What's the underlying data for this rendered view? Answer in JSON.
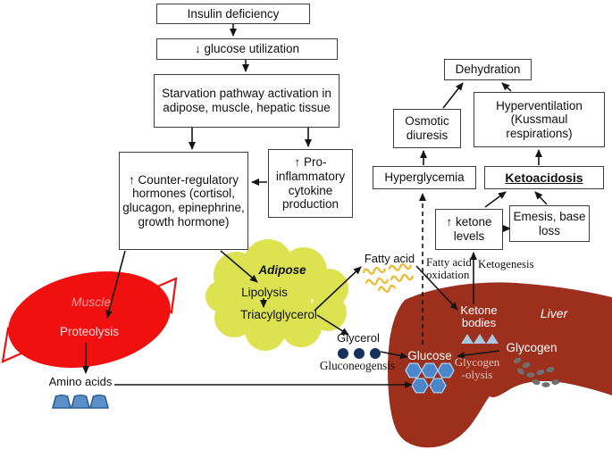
{
  "boxes": {
    "insulin_deficiency": "Insulin deficiency",
    "glucose_utilization": "↓ glucose utilization",
    "starvation": "Starvation pathway activation in adipose, muscle, hepatic tissue",
    "counter_regulatory": "↑ Counter-regulatory hormones (cortisol, glucagon, epinephrine, growth hormone)",
    "pro_inflammatory": "↑ Pro-inflammatory cytokine production",
    "dehydration": "Dehydration",
    "osmotic_diuresis": "Osmotic diuresis",
    "hyperventilation": "Hyperventilation (Kussmaul respirations)",
    "hyperglycemia": "Hyperglycemia",
    "ketoacidosis": "Ketoacidosis",
    "ketone_levels": "↑ ketone levels",
    "emesis": "Emesis, base loss"
  },
  "organs": {
    "muscle": {
      "name": "Muscle",
      "process": "Proteolysis"
    },
    "adipose": {
      "name": "Adipose",
      "process": "Lipolysis",
      "substrate": "Triacylglycerol"
    },
    "liver": {
      "name": "Liver",
      "ketone_bodies": "Ketone bodies",
      "glucose": "Glucose",
      "glycogen": "Glycogen",
      "glycogenolysis_l1": "Glycogen",
      "glycogenolysis_l2": "-olysis"
    }
  },
  "process_labels": {
    "fatty_acid": "Fatty acid",
    "fatty_acid_oxidation": "Fatty acid oxidation",
    "ketogenesis": "Ketogenesis",
    "glycerol": "Glycerol",
    "gluconeogenesis": "Gluconeogensis",
    "amino_acids": "Amino acids"
  },
  "icons": {
    "amino_acids": "blue-trapezoid-molecules",
    "glycerol": "navy-circle-molecules",
    "fatty_acid": "yellow-squiggle-chains",
    "ketone_bodies": "light-blue-triangles",
    "glucose": "blue-hexagons",
    "glycogen": "gray-branched-beads"
  },
  "colors": {
    "muscle": "#f01010",
    "adipose": "#dde350",
    "liver": "#9d2f1d",
    "amino_acid": "#5b8fc8",
    "amino_acid_border": "#2d5f98",
    "glycerol": "#16305e",
    "fatty_acid": "#edb82a",
    "ketone_body": "#a9c6de",
    "glucose": "#4a86c8",
    "glucose_border": "#a6cbec",
    "glycogen": "#6f6f6f",
    "box_border": "#3d3d3d",
    "arrow": "#151515"
  }
}
